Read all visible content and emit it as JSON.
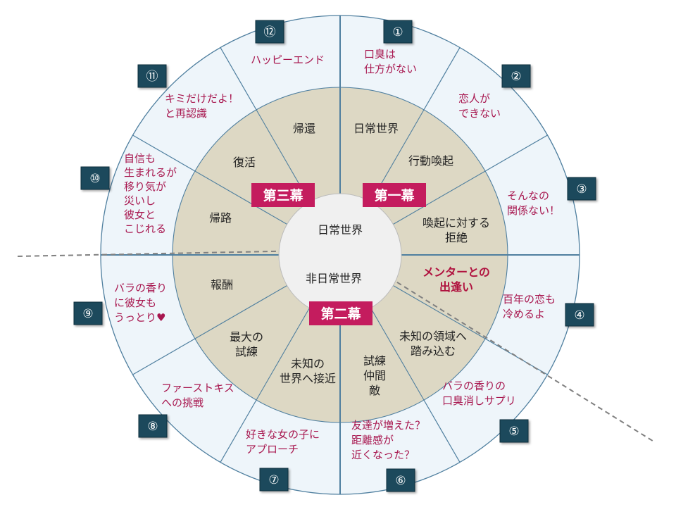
{
  "center": {
    "ordinary": "日常世界",
    "special": "非日常世界"
  },
  "acts": [
    {
      "label": "第一幕"
    },
    {
      "label": "第二幕"
    },
    {
      "label": "第三幕"
    }
  ],
  "stages": [
    {
      "lines": [
        "日常世界"
      ]
    },
    {
      "lines": [
        "行動喚起"
      ]
    },
    {
      "lines": [
        "喚起に対する",
        "拒絶"
      ]
    },
    {
      "lines": [
        "メンターとの",
        "出逢い"
      ],
      "emphasis": true
    },
    {
      "lines": [
        "未知の領域へ",
        "踏み込む"
      ]
    },
    {
      "lines": [
        "試練",
        "仲間",
        "敵"
      ]
    },
    {
      "lines": [
        "未知の",
        "世界へ接近"
      ]
    },
    {
      "lines": [
        "最大の",
        "試練"
      ]
    },
    {
      "lines": [
        "報酬"
      ]
    },
    {
      "lines": [
        "帰路"
      ]
    },
    {
      "lines": [
        "復活"
      ]
    },
    {
      "lines": [
        "帰還"
      ]
    }
  ],
  "episodes": [
    {
      "num": "①",
      "lines": [
        "口臭は",
        "仕方がない"
      ]
    },
    {
      "num": "②",
      "lines": [
        "恋人が",
        "できない"
      ]
    },
    {
      "num": "③",
      "lines": [
        "そんなの",
        "関係ない！"
      ]
    },
    {
      "num": "④",
      "lines": [
        "百年の恋も",
        "冷めるよ"
      ]
    },
    {
      "num": "⑤",
      "lines": [
        "バラの香りの",
        "口臭消しサプリ"
      ]
    },
    {
      "num": "⑥",
      "lines": [
        "友達が増えた？",
        "距離感が",
        "近くなった？"
      ]
    },
    {
      "num": "⑦",
      "lines": [
        "好きな女の子に",
        "アプローチ"
      ]
    },
    {
      "num": "⑧",
      "lines": [
        "ファーストキス",
        "への挑戦"
      ]
    },
    {
      "num": "⑨",
      "lines": [
        "バラの香り",
        "に彼女も",
        "うっとり♥"
      ]
    },
    {
      "num": "⑩",
      "lines": [
        "自信も",
        "生まれるが",
        "移り気が",
        "災いし",
        "彼女と",
        "こじれる"
      ]
    },
    {
      "num": "⑪",
      "lines": [
        "キミだけだよ！",
        "と再認識"
      ]
    },
    {
      "num": "⑫",
      "lines": [
        "ハッピーエンド"
      ]
    }
  ],
  "colors": {
    "outer_ring": "#eef5fa",
    "inner_ring": "#ddd8c4",
    "hub": "#f0f0f0",
    "border": "#4f7f9f",
    "act_badge": "#c41c5e",
    "episode_text": "#a8174f",
    "stage_emphasis": "#b0123f",
    "number_box": "#1f4a5c",
    "dashed_line": "#808080"
  }
}
